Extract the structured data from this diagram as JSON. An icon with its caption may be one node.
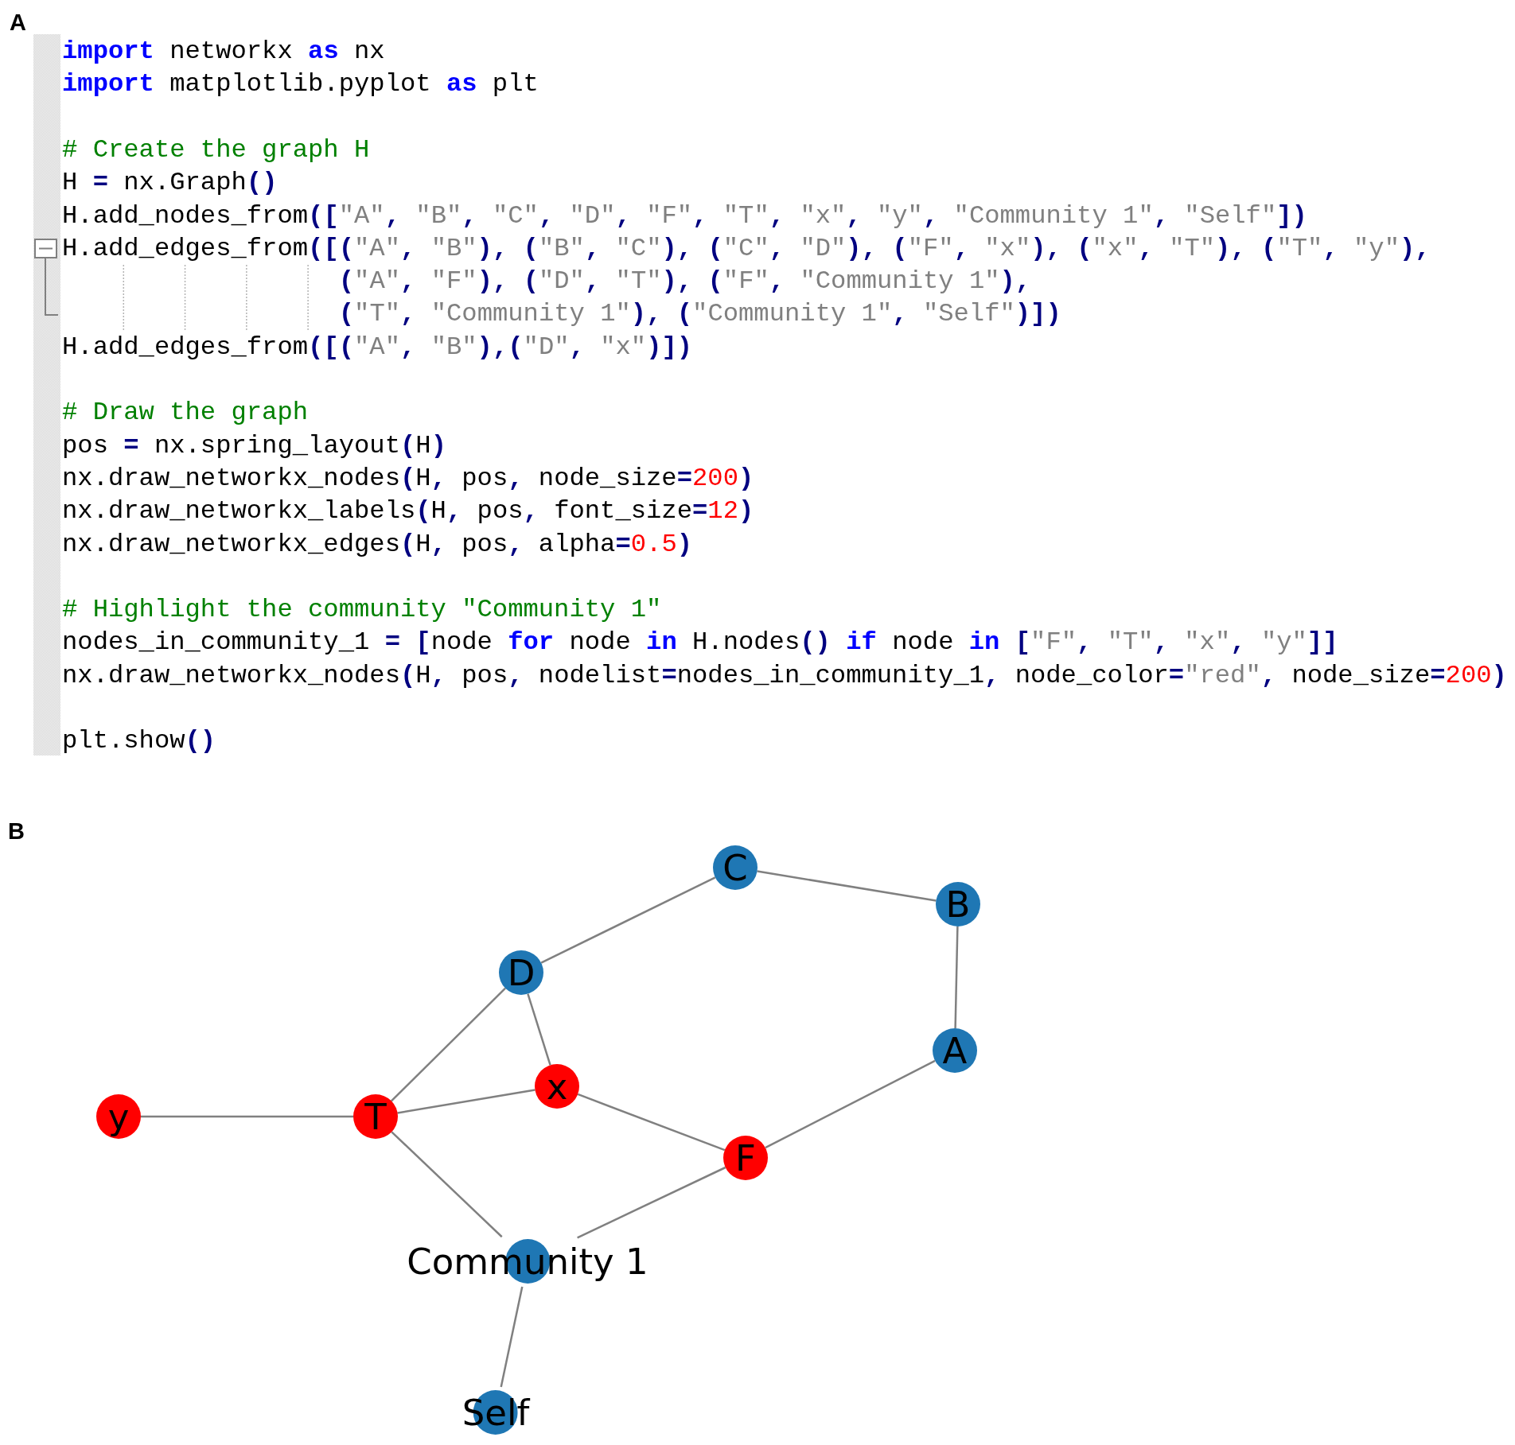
{
  "diagram": {
    "nodes": [
      {
        "text": [
          "C"
        ]
      },
      {
        "text": [
          "B"
        ]
      },
      {
        "text": [
          "D"
        ]
      },
      {
        "text": [
          "A"
        ]
      },
      {
        "text": [
          "x"
        ]
      },
      {
        "text": [
          "y"
        ]
      },
      {
        "text": [
          "T"
        ]
      },
      {
        "text": [
          "F"
        ]
      },
      {
        "text": [
          "Community 1"
        ]
      },
      {
        "text": [
          "Self"
        ]
      }
    ],
    "edges": [
      {
        "from": 3,
        "to": 1,
        "arrow": "none"
      },
      {
        "from": 1,
        "to": 0,
        "arrow": "none"
      },
      {
        "from": 0,
        "to": 2,
        "arrow": "none"
      },
      {
        "from": 7,
        "to": 4,
        "arrow": "none"
      },
      {
        "from": 4,
        "to": 6,
        "arrow": "none"
      },
      {
        "from": 6,
        "to": 5,
        "arrow": "none"
      },
      {
        "from": 3,
        "to": 7,
        "arrow": "none"
      },
      {
        "from": 2,
        "to": 6,
        "arrow": "none"
      },
      {
        "from": 7,
        "to": 8,
        "arrow": "none"
      },
      {
        "from": 6,
        "to": 8,
        "arrow": "none"
      },
      {
        "from": 8,
        "to": 9,
        "arrow": "none"
      },
      {
        "from": 2,
        "to": 4,
        "arrow": "none"
      }
    ],
    "labels": [
      "A",
      "**import** networkx **as** nx",
      "**import** matplotlib.pyplot **as** plt",
      "# Create the graph H",
      "H = nx.Graph()",
      "H.add_nodes_from([\"A\", \"B\", \"C\", \"D\", \"F\", \"T\", \"x\", \"y\", \"Community 1\", \"Self\"])",
      "H.add_edges_from([(\"A\", \"B\"), (\"B\", \"C\"), (\"C\", \"D\"), (\"F\", \"x\"), (\"x\", \"T\"), (\"T\", \"y\"),",
      "(\"A\", \"F\"), (\"D\", \"T\"), (\"F\", \"Community 1\"),",
      "(\"T\", \"Community 1\"), (\"Community 1\", \"Self\")])",
      "H.add_edges_from([(\"A\", \"B\"),(\"D\", \"x\")])",
      "# Draw the graph",
      "pos = nx.spring_layout(H)",
      "nx.draw_networkx_nodes(H, pos, node_size=200)",
      "nx.draw_networkx_labels(H, pos, font_size=12)",
      "nx.draw_networkx_edges(H, pos, alpha=0.5)",
      "# Highlight the community \"Community 1\"",
      "nodes_in_community_1 = [node **for** node **in** H.nodes() **if** node **in** [\"F\", \"T\", \"x\", \"y\"]]",
      "nx.draw_networkx_nodes(H, pos, nodelist=nodes_in_community_1, node_color=\"red\", node_size=200)",
      "plt.show()",
      "B"
    ]
  }
}
